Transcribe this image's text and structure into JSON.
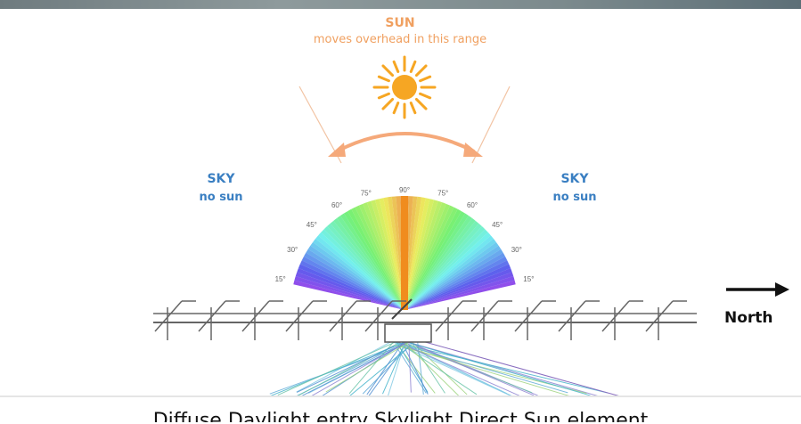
{
  "sun": {
    "title": "SUN",
    "subtitle": "moves overhead in this range"
  },
  "sky_left": {
    "title": "SKY",
    "subtitle": "no sun"
  },
  "sky_right": {
    "title": "SKY",
    "subtitle": "no sun"
  },
  "direction_label": "North",
  "angle_labels": {
    "left": [
      "15°",
      "30°",
      "45°",
      "60°",
      "75°"
    ],
    "center": "90°",
    "right": [
      "75°",
      "60°",
      "45°",
      "30°",
      "15°"
    ]
  },
  "caption": "Diffuse Daylight entry  Skylight  Direct Sun element",
  "colors": {
    "sun": "#f0a060",
    "sky_text": "#3a7fc2",
    "spectrum_low": "#5b3fa0",
    "spectrum_high": "#f08c1e"
  }
}
